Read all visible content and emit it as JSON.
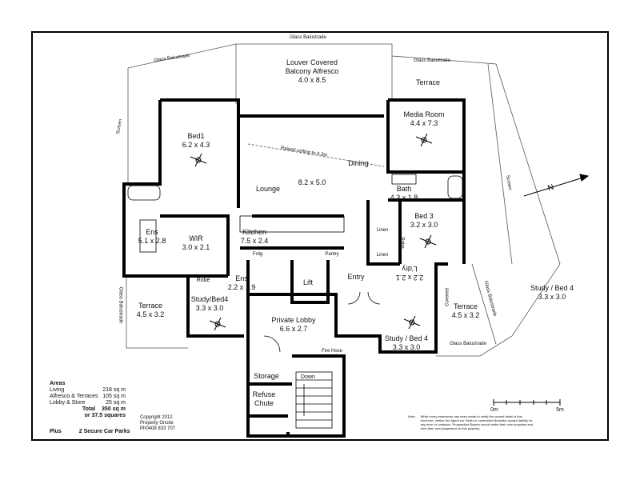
{
  "rooms": {
    "balcony": {
      "name1": "Louver Covered",
      "name2": "Balcony Alfresco",
      "size": "4.0 x 8.5"
    },
    "terrace_top": {
      "name": "Terrace"
    },
    "media": {
      "name": "Media Room",
      "size": "4.4 x 7.3"
    },
    "bed1": {
      "name": "Bed1",
      "size": "6.2 x 4.3"
    },
    "lounge": {
      "name": "Lounge",
      "size": "8.2 x 5.0"
    },
    "dining": {
      "name": "Dining"
    },
    "raised": {
      "name": "Raised ceiling to 4.3m"
    },
    "bath": {
      "name": "Bath",
      "size": "4.3 x 1.8"
    },
    "kitchen": {
      "name": "Kitchen",
      "size": "7.5 x 2.4"
    },
    "bed3": {
      "name": "Bed 3",
      "size": "3.2 x 3.0"
    },
    "ens1": {
      "name": "Ens",
      "size": "5.1 x 2.8"
    },
    "wir": {
      "name": "WIR",
      "size": "3.0 x 2.1"
    },
    "frdg": {
      "name": "Frdg"
    },
    "pantry": {
      "name": "Pantry"
    },
    "linen1": {
      "name": "Linen"
    },
    "linen2": {
      "name": "Linen"
    },
    "robe3": {
      "name": "Robe"
    },
    "ldry": {
      "name": "L'dry",
      "size": "2.2 x 2.1"
    },
    "robe4": {
      "name": "Robe"
    },
    "ens2": {
      "name": "Ens",
      "size": "2.2 x 1.9"
    },
    "lift": {
      "name": "Lift"
    },
    "entry": {
      "name": "Entry"
    },
    "terrace_left": {
      "name": "Terrace",
      "size": "4.5 x 3.2"
    },
    "study_left": {
      "name": "Study/Bed4",
      "size": "3.3 x 3.0"
    },
    "lobby": {
      "name": "Private Lobby",
      "size": "6.6 x 2.7"
    },
    "terrace_right": {
      "name": "Terrace",
      "size": "4.5 x 3.2"
    },
    "study_mid": {
      "name": "Study / Bed 4",
      "size": "3.3 x 3.0"
    },
    "study_far": {
      "name": "Study / Bed 4",
      "size": "3.3 x 3.0"
    },
    "firehose": {
      "name": "Fire Hose"
    },
    "storage": {
      "name": "Storage"
    },
    "down": {
      "name": "Down"
    },
    "refuse": {
      "name1": "Refuse",
      "name2": "Chute"
    },
    "covered": {
      "name": "Covered"
    }
  },
  "annotations": {
    "glass_top": "Glass Balustrade",
    "glass_left": "Glass Balustrade",
    "glass_right_top": "Glass Balustrade",
    "glass_bottom": "Glass Balustrade",
    "glass_left_side": "Glass Balustrade",
    "glass_right_side": "Glass Balustrade",
    "screen_left": "Screen",
    "screen_right": "Screen"
  },
  "areas": {
    "title": "Areas",
    "rows": [
      {
        "label": "Living",
        "value": "218 sq m"
      },
      {
        "label": "Alfresco & Terraces",
        "value": "105 sq m"
      },
      {
        "label": "Lobby & Store",
        "value": "25 sq m"
      }
    ],
    "total_label": "Total",
    "total_value": "350 sq m",
    "squares": "or  37.5 squares",
    "plus_label": "Plus",
    "plus_value": "2 Secure Car Parks"
  },
  "copyright": {
    "line1": "Copyright 2012",
    "line2": "Property Onsite",
    "line3": "Ph0408 833 707"
  },
  "scale": {
    "start": "0m",
    "end": "5m"
  },
  "note": {
    "label": "Note:",
    "text": "While every endeavour has been made to verify the correct detail in this brochure, neither the Agent nor Seller or contracted illustrator accept liability for any error or omission. Prospective Buyers should make their own enquiries and form their own judgement on this property."
  },
  "compass": {
    "icon": "north-arrow-icon"
  }
}
